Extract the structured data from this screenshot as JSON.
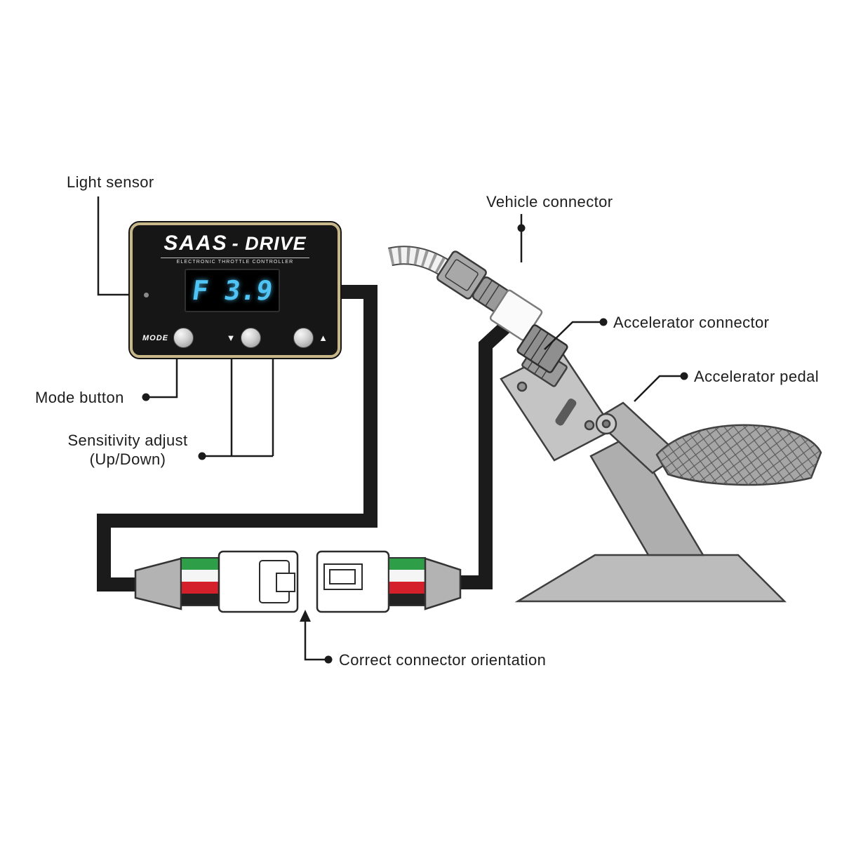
{
  "device": {
    "brand": "SAAS",
    "brand_dash": "- DRIVE",
    "subtitle": "ELECTRONIC THROTTLE CONTROLLER",
    "display_value": "F 3.9",
    "mode_label": "MODE",
    "down_glyph": "▼",
    "up_glyph": "▲"
  },
  "labels": {
    "light_sensor": "Light sensor",
    "vehicle_connector": "Vehicle connector",
    "accelerator_connector": "Accelerator connector",
    "accelerator_pedal": "Accelerator pedal",
    "mode_button": "Mode button",
    "sensitivity_line1": "Sensitivity adjust",
    "sensitivity_line2": "(Up/Down)",
    "connector_orientation": "Correct connector orientation"
  },
  "colors": {
    "display_digits": "#4fc4f5",
    "bezel_gold": "#c8b789",
    "device_body": "#161616",
    "cable_black": "#1b1b1b",
    "wire_green": "#2e9e49",
    "wire_red": "#d4202a",
    "wire_black": "#222222",
    "metal_gray": "#b9b9b9"
  }
}
